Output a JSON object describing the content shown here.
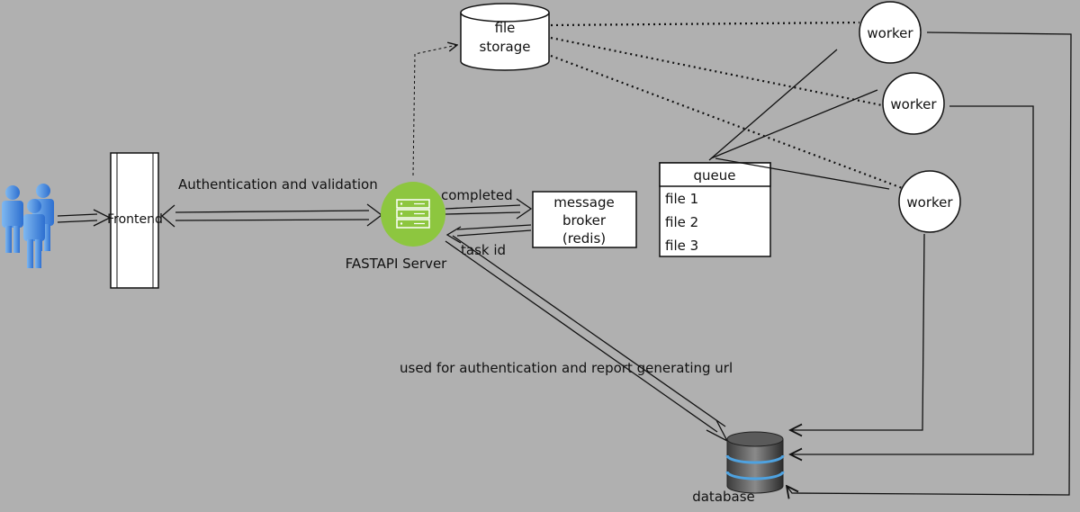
{
  "nodes": {
    "frontend": "Frontend",
    "server": "FASTAPI Server",
    "file_storage_l1": "file",
    "file_storage_l2": "storage",
    "broker_l1": "message",
    "broker_l2": "broker",
    "broker_l3": "(redis)",
    "queue_title": "queue",
    "queue_items": [
      "file 1",
      "file 2",
      "file 3"
    ],
    "worker": "worker",
    "database": "database"
  },
  "edges": {
    "auth": "Authentication and validation",
    "completed": "completed",
    "task_id": "task id",
    "db_usage": "used for authentication and report generating url"
  }
}
